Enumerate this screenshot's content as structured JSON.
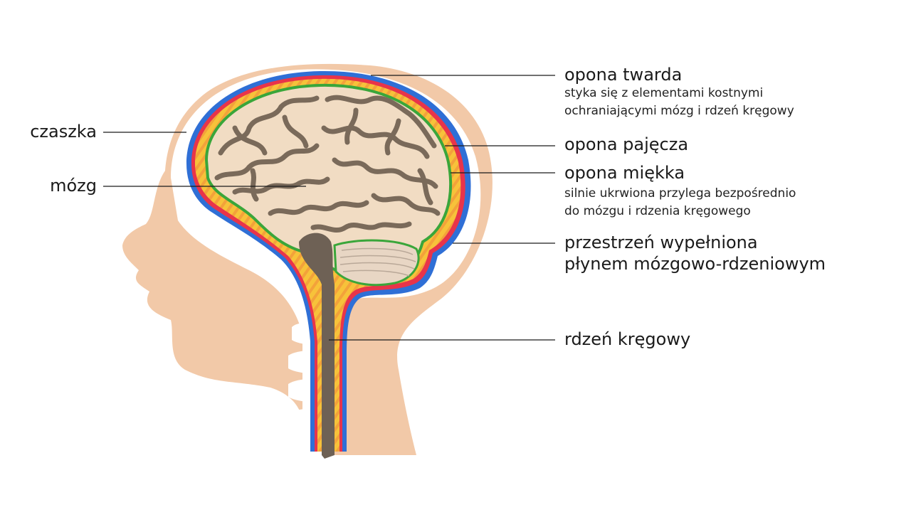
{
  "labels": {
    "skull": "czaszka",
    "brain": "mózg",
    "dura": {
      "title": "opona twarda",
      "desc_line1": "styka się z elementami kostnymi",
      "desc_line2": "ochraniającymi mózg i rdzeń kręgowy"
    },
    "arachnoid": {
      "title": "opona pajęcza"
    },
    "pia": {
      "title": "opona miękka",
      "desc_line1": "silnie ukrwiona przylega bezpośrednio",
      "desc_line2": "do mózgu i rdzenia kręgowego"
    },
    "csf": {
      "line1": "przestrzeń wypełniona",
      "line2": "płynem mózgowo-rdzeniowym"
    },
    "spinal": "rdzeń kręgowy"
  },
  "colors": {
    "skin": "#f2c9a8",
    "bone": "#ffffff",
    "dura": "#2f6fd6",
    "csf": "#f7c23a",
    "csf_stripe": "#f3a23a",
    "arachnoid": "#e8344a",
    "pia": "#3aa63a",
    "brain": "#f1dcc3",
    "brain_folds": "#7a6a5a",
    "spinal": "#6e6155",
    "cerebellum": "#e8d6c4"
  }
}
